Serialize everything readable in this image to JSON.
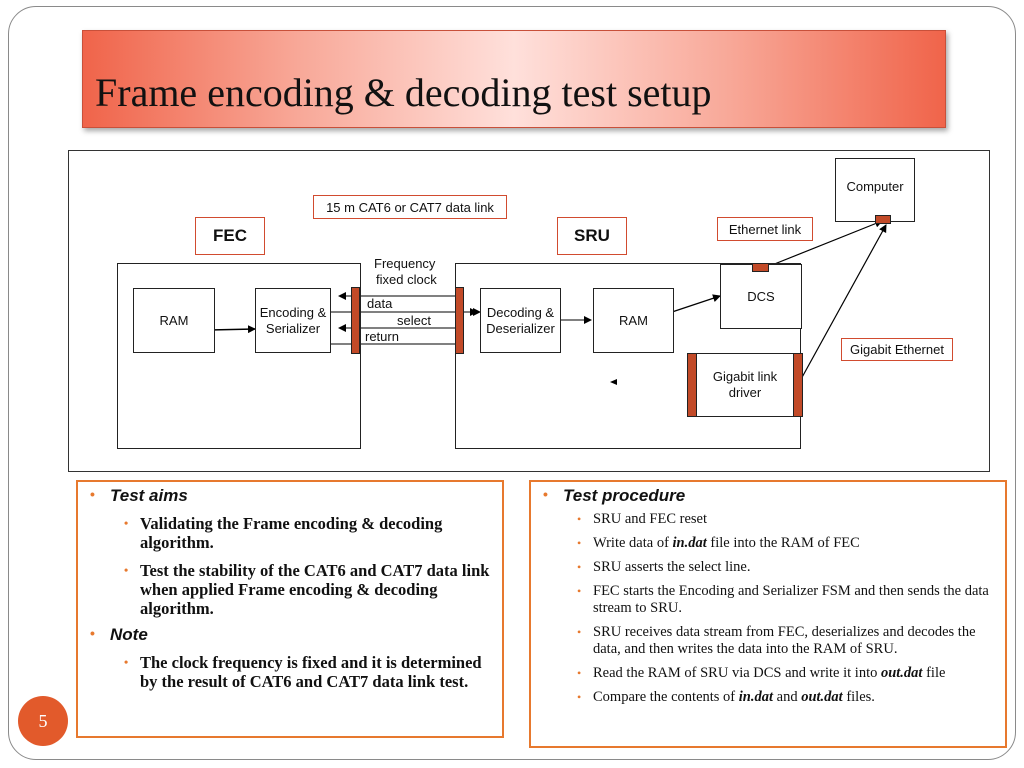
{
  "slide": {
    "title": "Frame encoding & decoding test setup",
    "page_number": "5"
  },
  "diagram": {
    "cable_label": "15 m CAT6 or CAT7 data link",
    "fec_label": "FEC",
    "sru_label": "SRU",
    "ethernet_label": "Ethernet link",
    "gigabit_ethernet_label": "Gigabit Ethernet",
    "computer": "Computer",
    "dcs": "DCS",
    "fec_ram": "RAM",
    "encoder_line1": "Encoding &",
    "encoder_line2": "Serializer",
    "decoder_line1": "Decoding &",
    "decoder_line2": "Deserializer",
    "sru_ram": "RAM",
    "gigabit_line1": "Gigabit link",
    "gigabit_line2": "driver",
    "freq_line1": "Frequency",
    "freq_line2": "fixed clock",
    "signal_data": "data",
    "signal_select": "select",
    "signal_return": "return"
  },
  "left_panel": {
    "aims_heading": "Test aims",
    "aims": [
      "Validating the Frame encoding & decoding algorithm.",
      "Test the stability of the CAT6 and CAT7 data link when applied Frame encoding & decoding algorithm."
    ],
    "note_heading": "Note",
    "notes": [
      "The clock frequency is fixed and it is determined by the result of CAT6 and CAT7 data link test."
    ]
  },
  "right_panel": {
    "heading": "Test procedure",
    "steps": [
      "SRU and FEC reset",
      "Write data of ",
      "SRU asserts the select line.",
      "FEC starts the Encoding and Serializer FSM and then sends the data stream to SRU.",
      "SRU receives data stream from FEC, deserializes and decodes the data, and then writes the data into the RAM of SRU.",
      "Read the RAM of SRU via DCS and write it into ",
      "Compare the contents of "
    ],
    "step2_file": "in.dat",
    "step2_tail": " file into the RAM of FEC",
    "step6_file": "out.dat",
    "step6_tail": " file",
    "step7_file1": "in.dat",
    "step7_and": " and ",
    "step7_file2": "out.dat",
    "step7_tail": " files."
  },
  "colors": {
    "accent_orange": "#e7792e",
    "port_red": "#c24a28",
    "title_gradient_edge": "#f0644a",
    "page_circle": "#e25a2b"
  }
}
